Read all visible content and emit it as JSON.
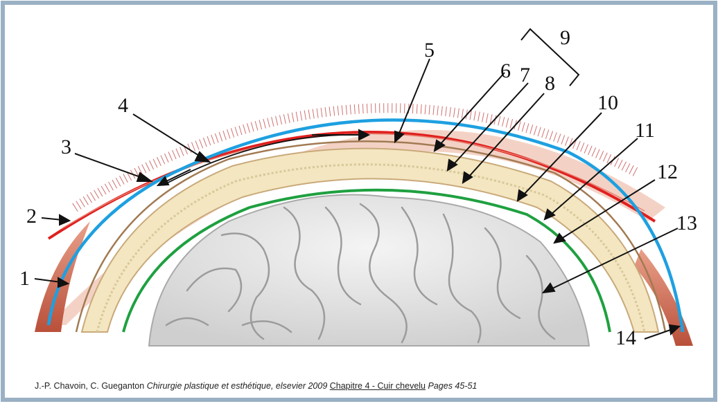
{
  "labels": [
    "1",
    "2",
    "3",
    "4",
    "5",
    "6",
    "7",
    "8",
    "9",
    "10",
    "11",
    "12",
    "13",
    "14"
  ],
  "caption": {
    "authors": "J.-P. Chavoin, C. Gueganton",
    "book": "Chirurgie plastique et esthétique, elsevier 2009",
    "chapter": "Chapitre 4 - Cuir chevelu",
    "pages": "Pages 45-51"
  },
  "colors": {
    "frame": "#9ab0c4",
    "artery": "#e02020",
    "galea": "#1ea0e0",
    "dura": "#1fa040",
    "bone": "#f3e6c0",
    "skin": "#e8b4a4",
    "muscle": "#c8634a",
    "brain": "#e9e9e9"
  }
}
